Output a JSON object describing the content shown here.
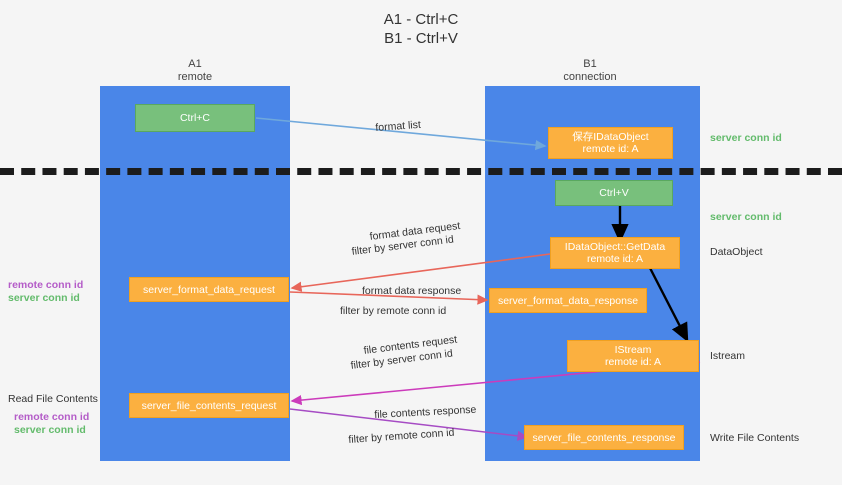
{
  "title": {
    "line1": "A1 - Ctrl+C",
    "line2": "B1 - Ctrl+V"
  },
  "columns": [
    {
      "name": "A1",
      "sub": "remote"
    },
    {
      "name": "B1",
      "sub": "connection"
    }
  ],
  "boxes": {
    "ctrl_c": "Ctrl+C",
    "ctrl_v": "Ctrl+V",
    "save_idataobject_l1": "保存IDataObject",
    "save_idataobject_l2": "remote id: A",
    "getdata_l1": "IDataObject::GetData",
    "getdata_l2": "remote id: A",
    "istream_l1": "IStream",
    "istream_l2": "remote id: A",
    "server_format_data_request": "server_format_data_request",
    "server_format_data_response": "server_format_data_response",
    "server_file_contents_request": "server_file_contents_request",
    "server_file_contents_response": "server_file_contents_response"
  },
  "edge_labels": {
    "format_list": "format list",
    "format_data_request": "format data request",
    "format_data_response": "format data response",
    "file_contents_request": "file contents request",
    "file_contents_response": "file contents response",
    "filter_by": "filter by",
    "server_conn_id": "server conn id",
    "remote_conn_id": "remote conn id"
  },
  "right_labels": [
    {
      "text": "server conn id",
      "kind": "server"
    },
    {
      "text": "server conn id",
      "kind": "server"
    },
    {
      "text": "DataObject",
      "kind": "plain"
    },
    {
      "text": "Istream",
      "kind": "plain"
    },
    {
      "text": "Write File Contents",
      "kind": "plain"
    }
  ],
  "left_labels": {
    "read_file_contents": "Read File Contents",
    "remote_conn_id": "remote conn id",
    "server_conn_id": "server conn id"
  },
  "colors": {
    "column_blue": "#4a86e8",
    "green_box": "#78c07c",
    "orange_box": "#fbb040",
    "server_green": "#63bb6c",
    "remote_purple": "#b45cc8",
    "arrow_blue": "#6fa8dc",
    "arrow_red": "#e8665a",
    "arrow_magenta": "#cc3bbb",
    "arrow_purple": "#a64bc4",
    "arrow_black": "#000000",
    "background": "#f5f5f5"
  }
}
